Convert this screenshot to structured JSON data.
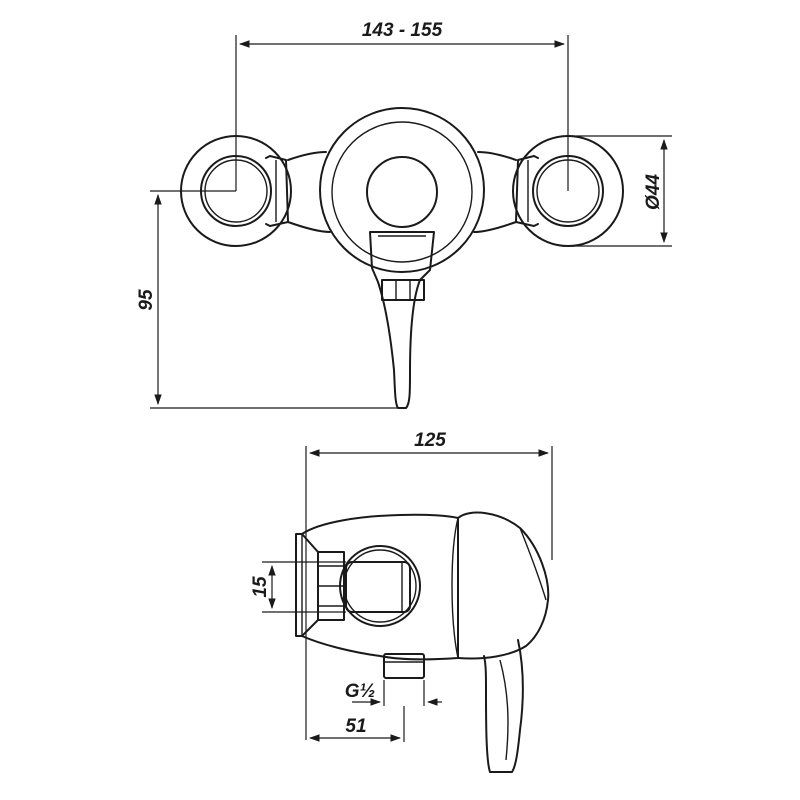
{
  "drawing": {
    "front_view": {
      "width_dimension": "143 - 155",
      "diameter_dimension": "Ø44",
      "height_dimension": "95"
    },
    "side_view": {
      "depth_dimension": "125",
      "outlet_height_dimension": "15",
      "inlet_thread_dimension": "G½",
      "inlet_offset_dimension": "51"
    }
  },
  "colors": {
    "line": "#1a1a1a",
    "background": "#ffffff"
  }
}
